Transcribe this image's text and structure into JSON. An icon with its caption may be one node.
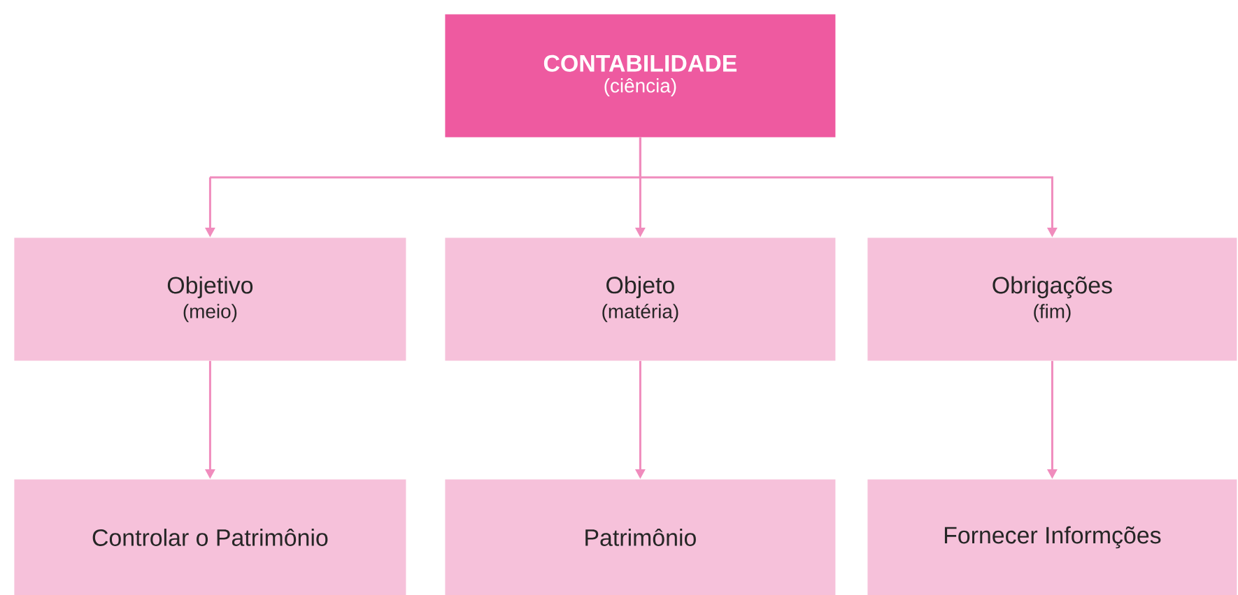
{
  "diagram": {
    "nodes": [
      {
        "text": [
          "CONTABILIDADE",
          "(ciência)"
        ]
      },
      {
        "text": [
          "Objetivo",
          "(meio)"
        ]
      },
      {
        "text": [
          "Objeto",
          "(matéria)"
        ]
      },
      {
        "text": [
          "Obrigações",
          "(fim)"
        ]
      },
      {
        "text": [
          "Controlar o Patrimônio"
        ]
      },
      {
        "text": [
          "Patrimônio"
        ]
      },
      {
        "text": [
          "Fornecer Informções"
        ]
      }
    ],
    "edges": [
      {
        "from": 0,
        "to": 1,
        "arrow": "to"
      },
      {
        "from": 0,
        "to": 2,
        "arrow": "to"
      },
      {
        "from": 0,
        "to": 3,
        "arrow": "to"
      },
      {
        "from": 1,
        "to": 4,
        "arrow": "to"
      },
      {
        "from": 2,
        "to": 5,
        "arrow": "to"
      },
      {
        "from": 3,
        "to": 6,
        "arrow": "to"
      }
    ]
  }
}
